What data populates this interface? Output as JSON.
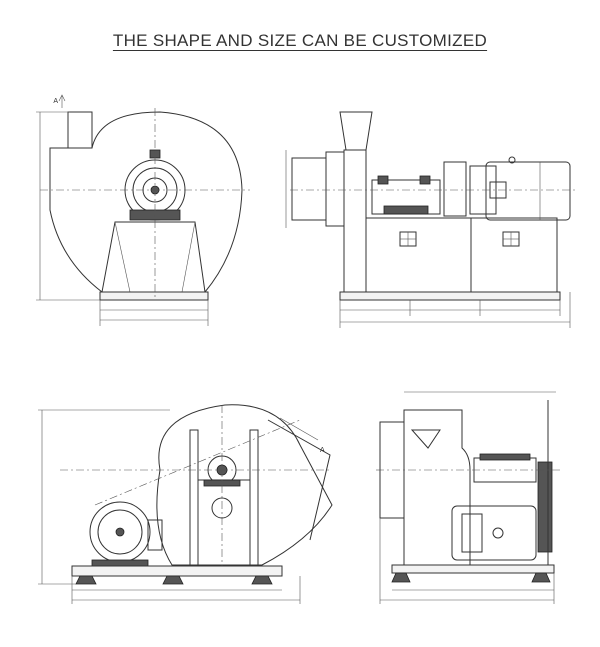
{
  "title": "THE SHAPE AND SIZE CAN BE CUSTOMIZED",
  "views": {
    "front": {
      "section_mark": "A"
    },
    "bottom_left": {
      "section_mark": "A"
    }
  }
}
